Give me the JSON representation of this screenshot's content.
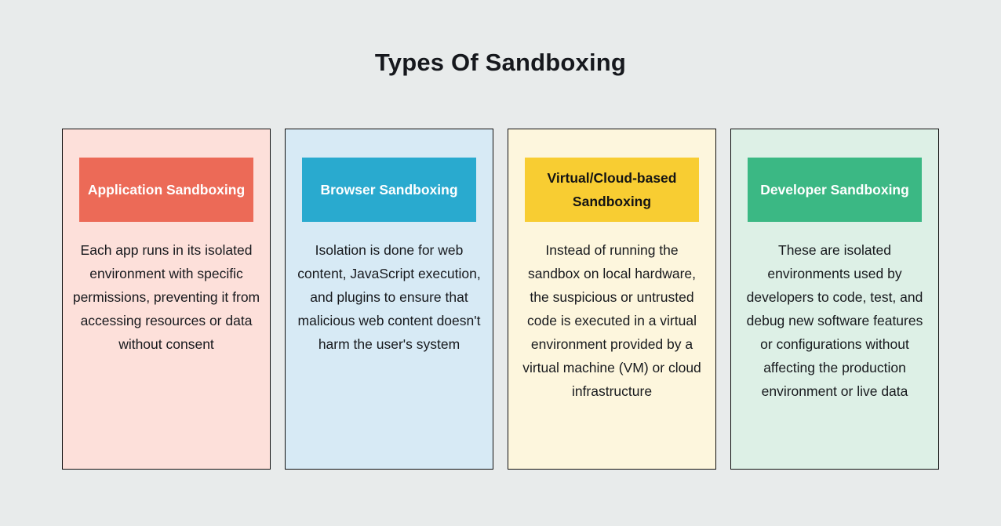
{
  "page": {
    "title": "Types Of Sandboxing",
    "background_color": "#e8ebeb",
    "card_border_color": "#101010"
  },
  "cards": [
    {
      "title": "Application Sandboxing",
      "description": "Each app runs in its isolated environment with specific permissions, preventing it from accessing resources or data without consent",
      "header_bg": "#ec6a57",
      "header_text_color": "#ffffff",
      "card_bg": "#fde0da"
    },
    {
      "title": "Browser Sandboxing",
      "description": "Isolation is done for web content, JavaScript execution, and plugins to ensure that malicious web content doesn't harm the user's system",
      "header_bg": "#29aacf",
      "header_text_color": "#ffffff",
      "card_bg": "#d7eaf5"
    },
    {
      "title": "Virtual/Cloud-based Sandboxing",
      "description": "Instead of running the sandbox on local hardware, the suspicious or untrusted code is executed in a virtual environment provided by a virtual machine (VM) or cloud infrastructure",
      "header_bg": "#f8cd32",
      "header_text_color": "#141414",
      "card_bg": "#fdf6dd"
    },
    {
      "title": "Developer Sandboxing",
      "description": "These are isolated environments used by developers to code, test, and debug new software features or configurations without affecting the production environment or live data",
      "header_bg": "#3bb884",
      "header_text_color": "#ffffff",
      "card_bg": "#ddf0e6"
    }
  ]
}
